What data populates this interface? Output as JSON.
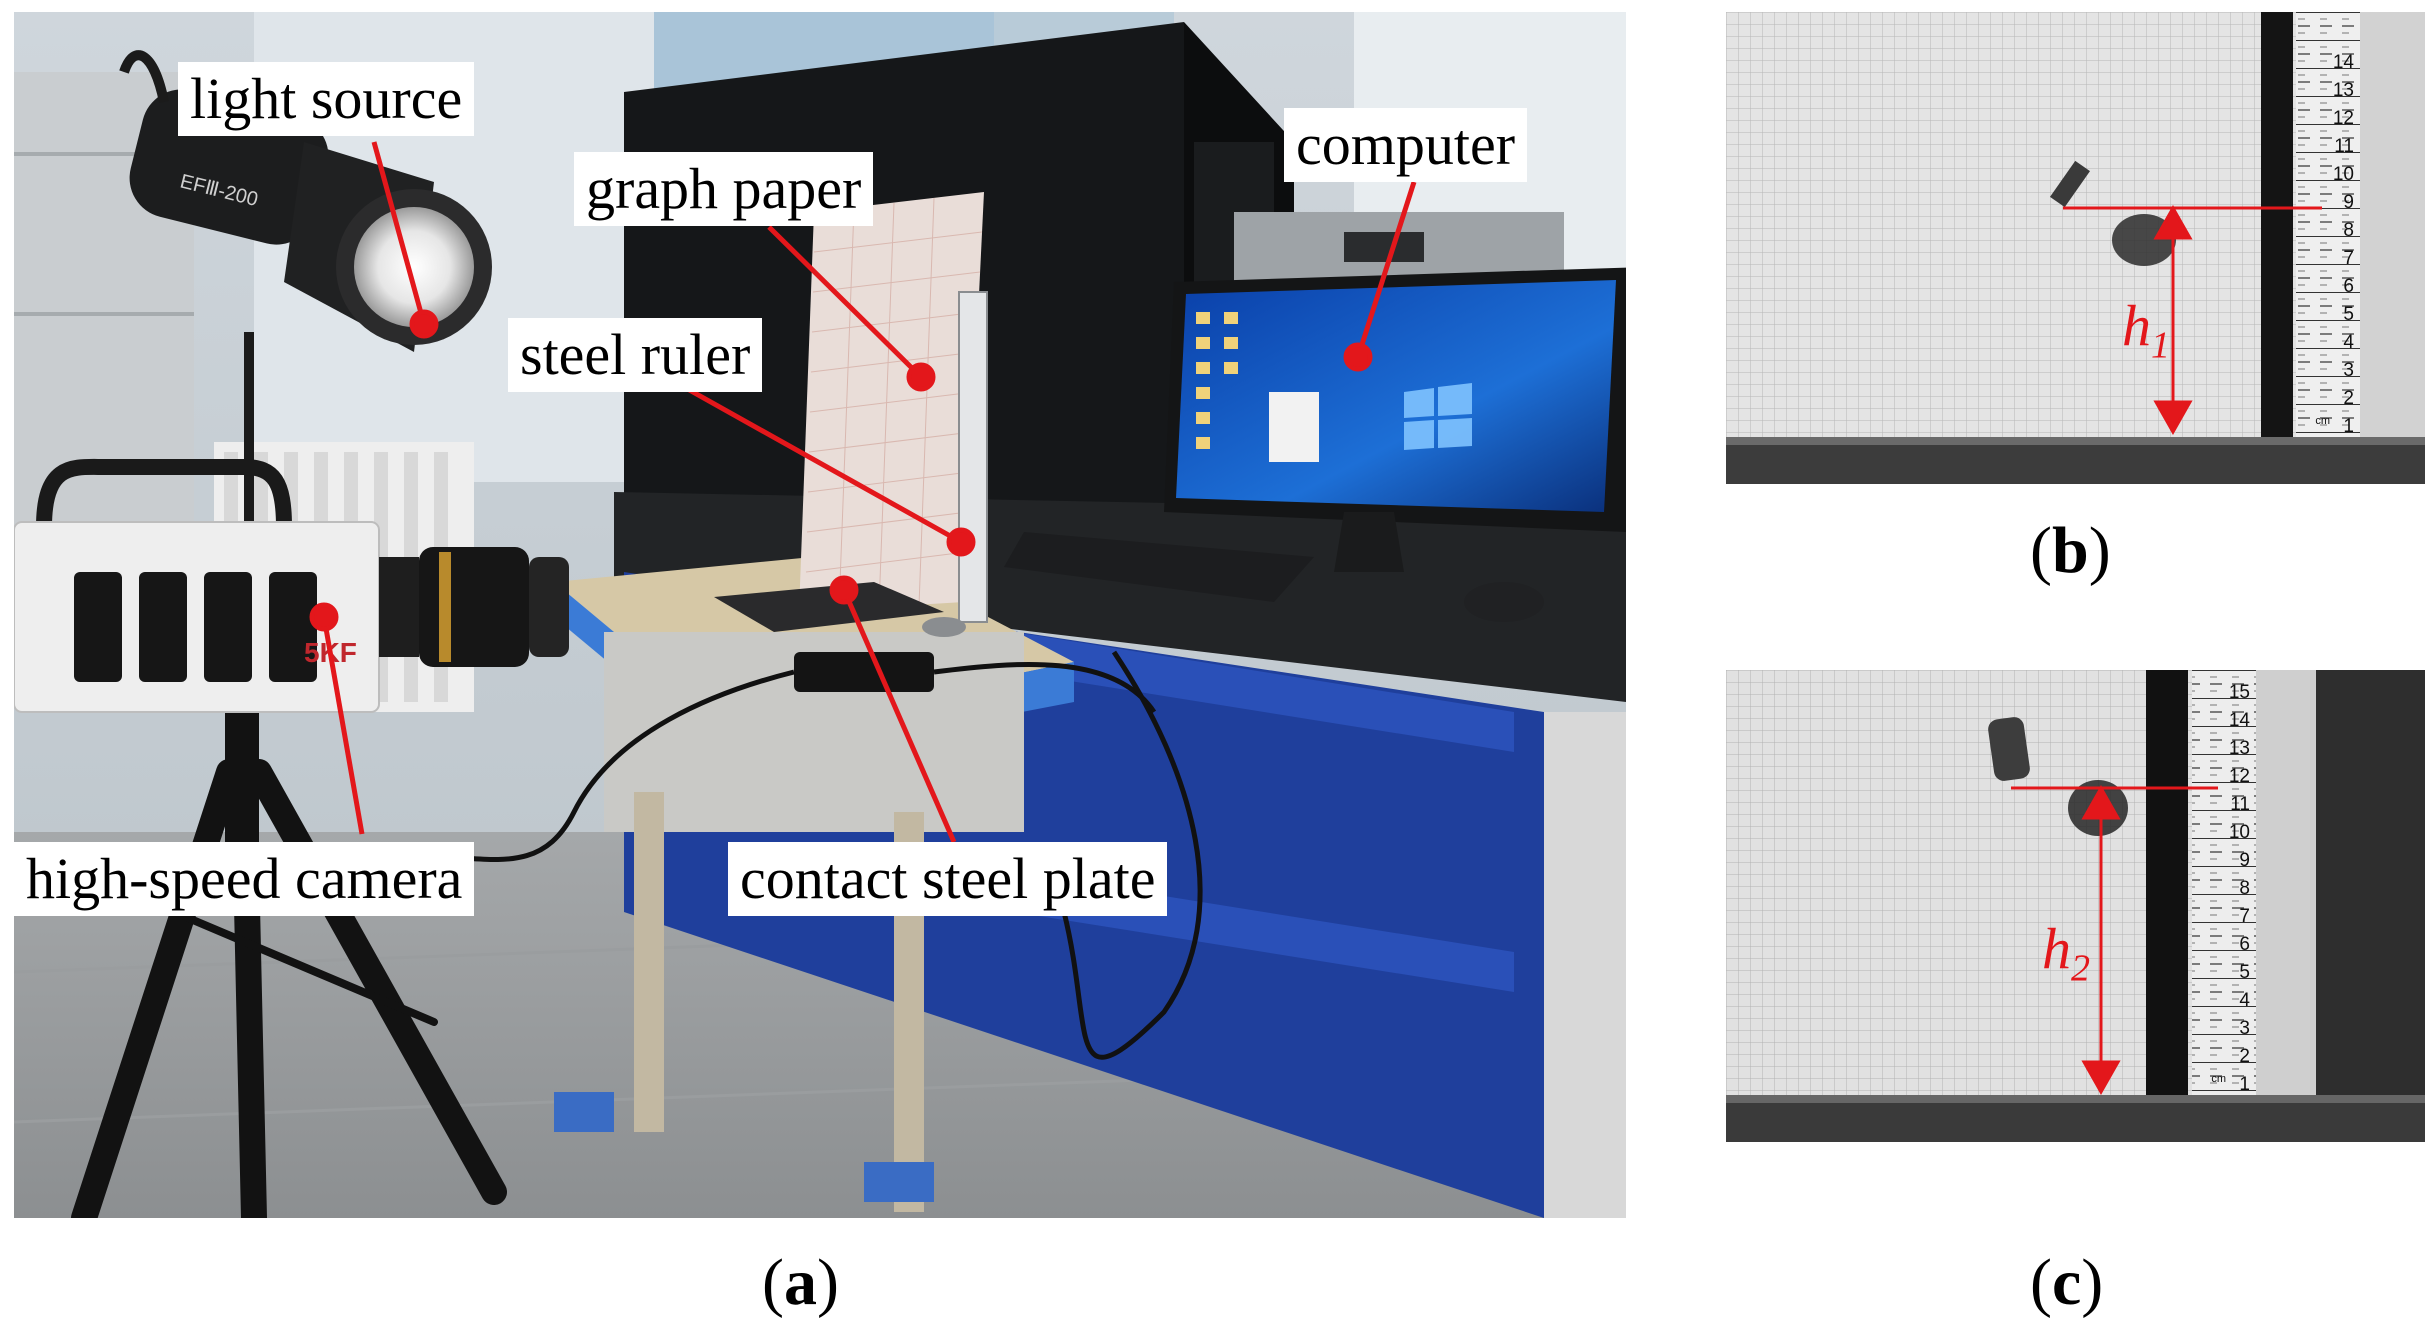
{
  "panel_a": {
    "labels": {
      "light_source": "light source",
      "graph_paper": "graph paper",
      "steel_ruler": "steel ruler",
      "computer": "computer",
      "high_speed_camera": "high-speed camera",
      "contact_steel_plate": "contact steel plate"
    },
    "lamp_text": "EFⅢ-200",
    "camera_text": "5KF",
    "caption": "a"
  },
  "panel_b": {
    "h_symbol": "h",
    "h_subscript": "1",
    "caption": "b",
    "ruler_ticks": [
      "1",
      "2",
      "3",
      "4",
      "5",
      "6",
      "7",
      "8",
      "9",
      "10",
      "11",
      "12",
      "13",
      "14"
    ],
    "ruler_unit": "cm"
  },
  "panel_c": {
    "h_symbol": "h",
    "h_subscript": "2",
    "caption": "c",
    "ruler_ticks": [
      "1",
      "2",
      "3",
      "4",
      "5",
      "6",
      "7",
      "8",
      "9",
      "10",
      "11",
      "12",
      "13",
      "14",
      "15"
    ],
    "ruler_unit": "cm"
  },
  "colors": {
    "annotation_red": "#e3171b",
    "desk_blue": "#1f3f9c",
    "screen_blue": "#1d6fd6"
  }
}
